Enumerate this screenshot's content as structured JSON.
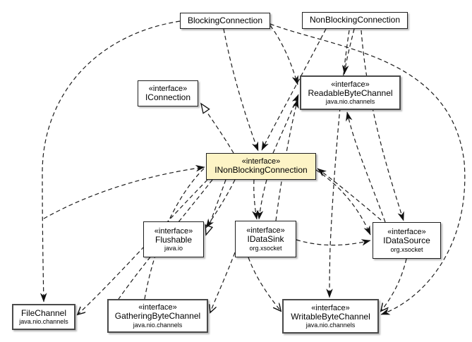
{
  "diagram": {
    "type": "uml-class-diagram",
    "subject": "INonBlockingConnection",
    "colors": {
      "highlight_fill": "#FDF4C6",
      "box_fill": "#FFFFFF",
      "box_border": "#4A4A4A",
      "edge": "#1C1C1C",
      "background": "#FFFFFF"
    },
    "nodes": [
      {
        "id": "BlockingConnection",
        "kind": "class",
        "stereotype": "",
        "name": "BlockingConnection",
        "package": "",
        "highlight": false
      },
      {
        "id": "NonBlockingConnection",
        "kind": "class",
        "stereotype": "",
        "name": "NonBlockingConnection",
        "package": "",
        "highlight": false
      },
      {
        "id": "IConnection",
        "kind": "interface",
        "stereotype": "«interface»",
        "name": "IConnection",
        "package": "",
        "highlight": false
      },
      {
        "id": "ReadableByteChannel",
        "kind": "interface",
        "stereotype": "«interface»",
        "name": "ReadableByteChannel",
        "package": "java.nio.channels",
        "highlight": false
      },
      {
        "id": "INonBlockingConnection",
        "kind": "interface",
        "stereotype": "«interface»",
        "name": "INonBlockingConnection",
        "package": "",
        "highlight": true
      },
      {
        "id": "Flushable",
        "kind": "interface",
        "stereotype": "«interface»",
        "name": "Flushable",
        "package": "java.io",
        "highlight": false
      },
      {
        "id": "IDataSink",
        "kind": "interface",
        "stereotype": "«interface»",
        "name": "IDataSink",
        "package": "org.xsocket",
        "highlight": false
      },
      {
        "id": "IDataSource",
        "kind": "interface",
        "stereotype": "«interface»",
        "name": "IDataSource",
        "package": "org.xsocket",
        "highlight": false
      },
      {
        "id": "FileChannel",
        "kind": "class",
        "stereotype": "",
        "name": "FileChannel",
        "package": "java.nio.channels",
        "highlight": false
      },
      {
        "id": "GatheringByteChannel",
        "kind": "interface",
        "stereotype": "«interface»",
        "name": "GatheringByteChannel",
        "package": "java.nio.channels",
        "highlight": false
      },
      {
        "id": "WritableByteChannel",
        "kind": "interface",
        "stereotype": "«interface»",
        "name": "WritableByteChannel",
        "package": "java.nio.channels",
        "highlight": false
      }
    ],
    "edges": [
      {
        "from": "BlockingConnection",
        "to": "FileChannel",
        "relation": "dependency",
        "arrow": "filled"
      },
      {
        "from": "BlockingConnection",
        "to": "INonBlockingConnection",
        "relation": "dependency",
        "arrow": "filled"
      },
      {
        "from": "NonBlockingConnection",
        "to": "INonBlockingConnection",
        "relation": "dependency",
        "arrow": "filled"
      },
      {
        "from": "NonBlockingConnection",
        "to": "ReadableByteChannel",
        "relation": "dependency",
        "arrow": "filled"
      },
      {
        "from": "BlockingConnection",
        "to": "ReadableByteChannel",
        "relation": "dependency",
        "arrow": "filled"
      },
      {
        "from": "INonBlockingConnection",
        "to": "ReadableByteChannel",
        "relation": "dependency",
        "arrow": "filled"
      },
      {
        "from": "IDataSink",
        "to": "ReadableByteChannel",
        "relation": "dependency",
        "arrow": "filled"
      },
      {
        "from": "IDataSource",
        "to": "ReadableByteChannel",
        "relation": "dependency",
        "arrow": "filled"
      },
      {
        "from": "INonBlockingConnection",
        "to": "IConnection",
        "relation": "generalization",
        "arrow": "open-triangle"
      },
      {
        "from": "INonBlockingConnection",
        "to": "Flushable",
        "relation": "generalization",
        "arrow": "open-triangle"
      },
      {
        "from": "INonBlockingConnection",
        "to": "Flushable",
        "relation": "dependency",
        "arrow": "filled"
      },
      {
        "from": "INonBlockingConnection",
        "to": "IDataSink",
        "relation": "dependency",
        "arrow": "filled"
      },
      {
        "from": "NonBlockingConnection",
        "to": "IDataSink",
        "relation": "dependency",
        "arrow": "filled"
      },
      {
        "from": "IDataSink",
        "to": "IDataSource",
        "relation": "dependency",
        "arrow": "filled"
      },
      {
        "from": "INonBlockingConnection",
        "to": "IDataSource",
        "relation": "dependency",
        "arrow": "filled"
      },
      {
        "from": "NonBlockingConnection",
        "to": "IDataSource",
        "relation": "dependency",
        "arrow": "filled"
      },
      {
        "from": "BlockingConnection",
        "to": "WritableByteChannel",
        "relation": "dependency",
        "arrow": "filled"
      },
      {
        "from": "NonBlockingConnection",
        "to": "WritableByteChannel",
        "relation": "dependency",
        "arrow": "filled"
      },
      {
        "from": "INonBlockingConnection",
        "to": "GatheringByteChannel",
        "relation": "dependency",
        "arrow": "open-v"
      },
      {
        "from": "IDataSink",
        "to": "GatheringByteChannel",
        "relation": "dependency",
        "arrow": "open-v"
      },
      {
        "from": "INonBlockingConnection",
        "to": "FileChannel",
        "relation": "dependency",
        "arrow": "open-v"
      },
      {
        "from": "FileChannel",
        "to": "INonBlockingConnection",
        "relation": "dependency",
        "arrow": "filled"
      },
      {
        "from": "GatheringByteChannel",
        "to": "INonBlockingConnection",
        "relation": "dependency",
        "arrow": "none"
      },
      {
        "from": "IDataSource",
        "to": "INonBlockingConnection",
        "relation": "dependency",
        "arrow": "filled"
      },
      {
        "from": "IDataSink",
        "to": "WritableByteChannel",
        "relation": "dependency",
        "arrow": "open-v"
      },
      {
        "from": "IDataSource",
        "to": "WritableByteChannel",
        "relation": "dependency",
        "arrow": "open-v"
      }
    ]
  }
}
